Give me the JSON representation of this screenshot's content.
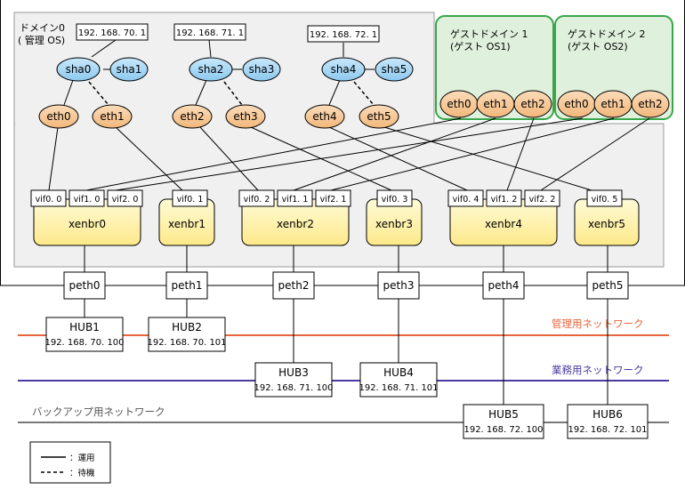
{
  "dom0": {
    "title_line1": "ドメイン0",
    "title_line2": "( 管理 OS)",
    "bond_ips": [
      "192. 168. 70. 1",
      "192. 168. 71. 1",
      "192. 168. 72. 1"
    ],
    "bonds": [
      {
        "primary": "sha0",
        "secondary": "sha1"
      },
      {
        "primary": "sha2",
        "secondary": "sha3"
      },
      {
        "primary": "sha4",
        "secondary": "sha5"
      }
    ],
    "eths": [
      "eth0",
      "eth1",
      "eth2",
      "eth3",
      "eth4",
      "eth5"
    ]
  },
  "guests": [
    {
      "title_line1": "ゲストドメイン 1",
      "title_line2": "(ゲスト OS1)",
      "eths": [
        "eth0",
        "eth1",
        "eth2"
      ]
    },
    {
      "title_line1": "ゲストドメイン 2",
      "title_line2": "(ゲスト OS2)",
      "eths": [
        "eth0",
        "eth1",
        "eth2"
      ]
    }
  ],
  "bridges": [
    {
      "name": "xenbr0",
      "vifs": [
        "vif0. 0",
        "vif1. 0",
        "vif2. 0"
      ],
      "peth": "peth0"
    },
    {
      "name": "xenbr1",
      "vifs": [
        "vif0. 1"
      ],
      "peth": "peth1"
    },
    {
      "name": "xenbr2",
      "vifs": [
        "vif0. 2",
        "vif1. 1",
        "vif2. 1"
      ],
      "peth": "peth2"
    },
    {
      "name": "xenbr3",
      "vifs": [
        "vif0. 3"
      ],
      "peth": "peth3"
    },
    {
      "name": "xenbr4",
      "vifs": [
        "vif0. 4",
        "vif1. 2",
        "vif2. 2"
      ],
      "peth": "peth4"
    },
    {
      "name": "xenbr5",
      "vifs": [
        "vif0. 5"
      ],
      "peth": "peth5"
    }
  ],
  "hubs": [
    {
      "name": "HUB1",
      "ip": "192. 168. 70. 100"
    },
    {
      "name": "HUB2",
      "ip": "192. 168. 70. 101"
    },
    {
      "name": "HUB3",
      "ip": "192. 168. 71. 100"
    },
    {
      "name": "HUB4",
      "ip": "192. 168. 71. 101"
    },
    {
      "name": "HUB5",
      "ip": "192. 168. 72. 100"
    },
    {
      "name": "HUB6",
      "ip": "192. 168. 72. 101"
    }
  ],
  "networks": [
    {
      "label": "管理用ネットワーク",
      "color": "#e8643c"
    },
    {
      "label": "業務用ネットワーク",
      "color": "#4a3aa0"
    },
    {
      "label": "バックアップ用ネットワーク",
      "color": "#777777"
    }
  ],
  "legend": {
    "active": "：運用",
    "standby": "：待機"
  },
  "colors": {
    "bond": "#9ad0f0",
    "eth": "#f6c99a",
    "bridge": "#fff2a8",
    "guest_fill": "#dff0dc",
    "guest_border": "#3aa64a",
    "dom0_fill": "#f0f0f0"
  }
}
